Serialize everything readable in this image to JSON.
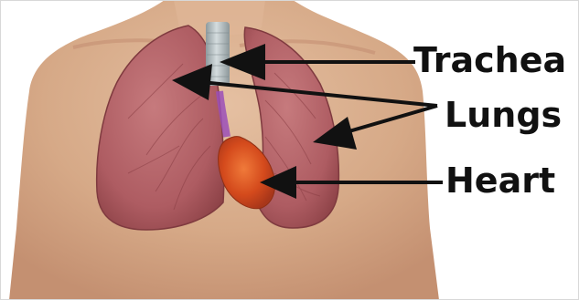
{
  "labels": {
    "trachea": "Trachea",
    "lungs": "Lungs",
    "heart": "Heart"
  },
  "colors": {
    "skin": "#d9ad8e",
    "lung": "#b7646a",
    "lung_dark": "#8f4348",
    "trachea": "#b9c4c6",
    "heart": "#d64a1f",
    "arrow": "#111111",
    "background": "#ffffff"
  }
}
